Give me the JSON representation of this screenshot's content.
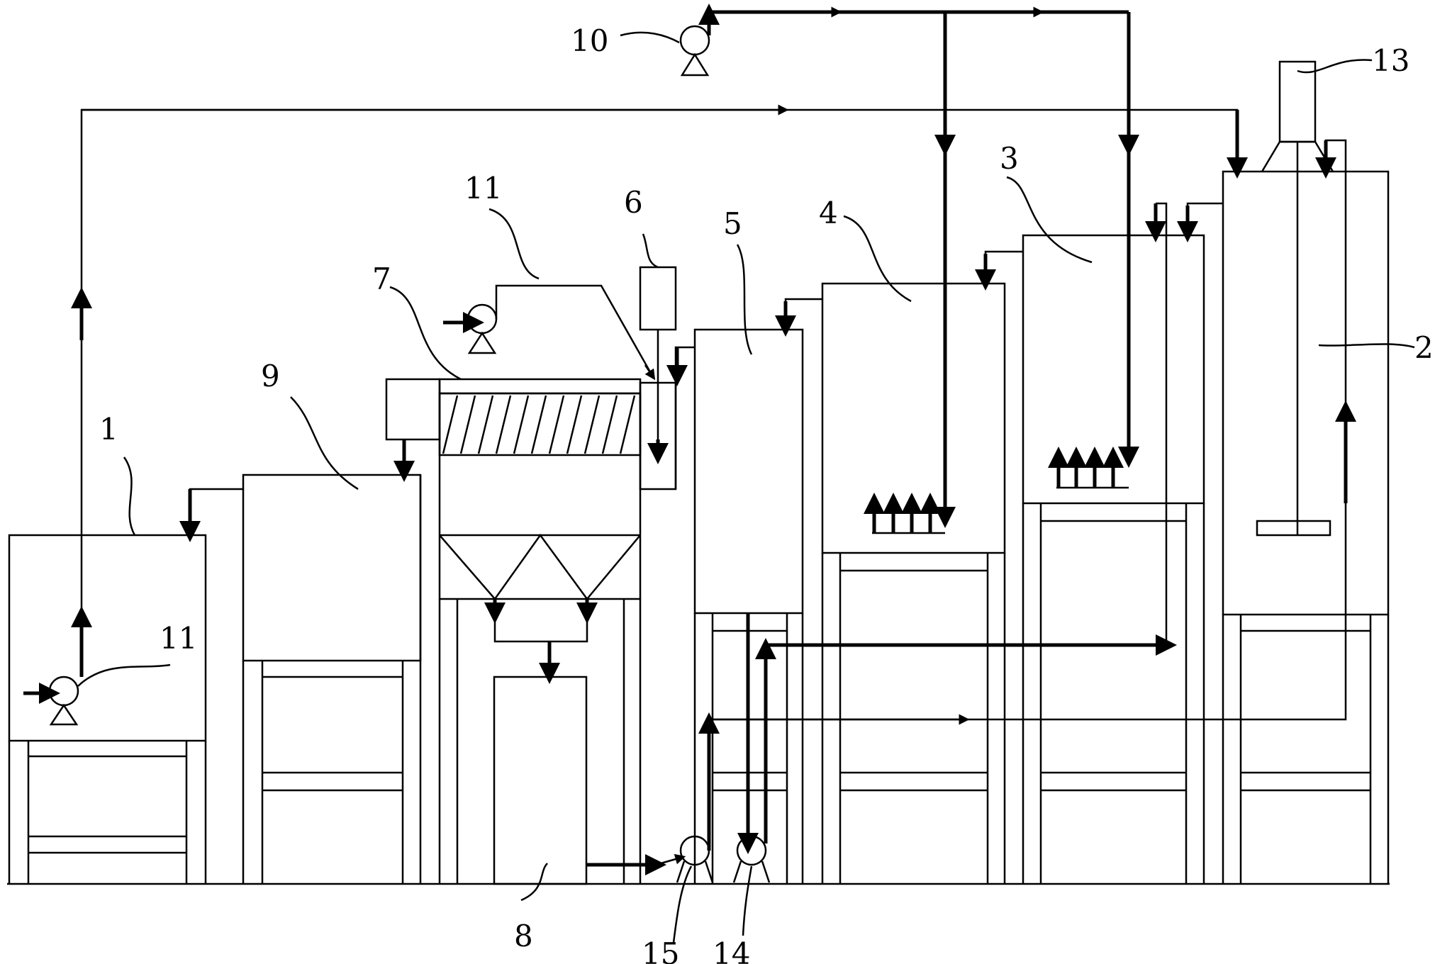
{
  "labels": {
    "n1": "1",
    "n2": "2",
    "n3": "3",
    "n4": "4",
    "n5": "5",
    "n6": "6",
    "n7": "7",
    "n8": "8",
    "n9": "9",
    "n10": "10",
    "n11_top": "11",
    "n11_left": "11",
    "n13": "13",
    "n14": "14",
    "n15": "15"
  }
}
